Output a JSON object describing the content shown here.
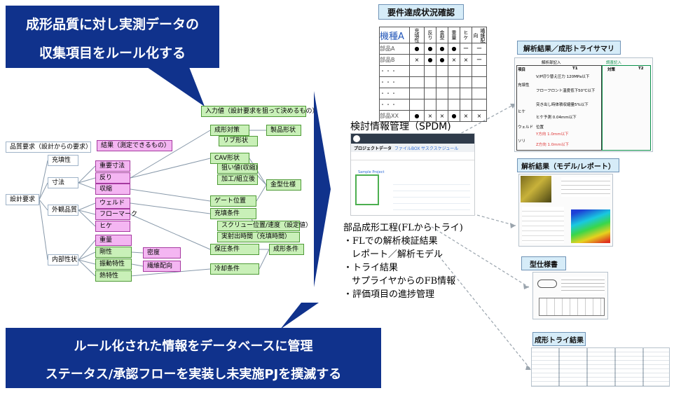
{
  "callouts": {
    "top_line1": "成形品質に対し実測データの",
    "top_line2": "収集項目をルール化する",
    "bottom_line1": "ルール化された情報をデータベースに管理",
    "bottom_line2": "ステータス/承認フローを実装し未実施PJを撲滅する"
  },
  "tree": {
    "root_header": "品質要求（設計からの要求）",
    "result_header": "結果（測定できるもの）",
    "input_header": "入力値（設計要求を狙って決めるもの）",
    "design_req": "設計要求",
    "fill": "充填性",
    "dimension": "寸法",
    "appearance": "外観品質",
    "internal": "内部性状",
    "heavy_dim": "重要寸法",
    "warp": "反り",
    "shrink": "収縮",
    "weld": "ウェルド",
    "flow_mark": "フローマーク",
    "sink": "ヒケ",
    "weight": "重量",
    "rigidity": "剛性",
    "vibration": "振動特性",
    "thermal": "熱特性",
    "density": "密度",
    "fiber": "繊維配向",
    "molding_measures": "成形対策",
    "product_shape": "製品形状",
    "rib_shape": "リブ形状",
    "cav_shape": "CAV形状",
    "aim_value": "狙い値(収縮)",
    "process_assembly": "加工/組立後",
    "mold_spec": "金型仕様",
    "gate_pos": "ゲート位置",
    "fill_cond": "充填条件",
    "screw": "スクリュー位置/速度（設定値）",
    "actual_time": "実射出時間（充填時間）",
    "hold_cond": "保圧条件",
    "molding_cond": "成形条件",
    "cool_cond": "冷却条件"
  },
  "req_table": {
    "title": "要件達成状況確認",
    "machine": "機種A",
    "headers": [
      "充填性",
      "反り",
      "金型",
      "重量",
      "ヒケ",
      "繊維配向"
    ],
    "rows": [
      {
        "label": "部品A",
        "cells": [
          "●",
          "●",
          "●",
          "●",
          "ー",
          "ー"
        ]
      },
      {
        "label": "部品B",
        "cells": [
          "×",
          "●",
          "●",
          "×",
          "×",
          "ー"
        ]
      },
      {
        "label": "・・・",
        "cells": [
          "",
          "",
          "",
          "",
          "",
          ""
        ]
      },
      {
        "label": "・・・",
        "cells": [
          "",
          "",
          "",
          "",
          "",
          ""
        ]
      },
      {
        "label": "・・・",
        "cells": [
          "",
          "",
          "",
          "",
          "",
          ""
        ]
      },
      {
        "label": "・・・",
        "cells": [
          "",
          "",
          "",
          "",
          "",
          ""
        ]
      },
      {
        "label": "部品XX",
        "cells": [
          "●",
          "×",
          "×",
          "●",
          "×",
          "×"
        ]
      }
    ]
  },
  "spdm": {
    "title": "検討情報管理（SPDM)",
    "app_title": "プロジェクトデータ",
    "tab_file": "ファイルBOX",
    "tab_schedule": "サスクスケジュール",
    "project": "Sample Project"
  },
  "process": {
    "heading": "部品成形工程(FLからトライ)",
    "item1": "・FLでの解析検証結果",
    "item1b": "レポート／解析モデル",
    "item2": "・トライ結果",
    "item2b": "サプライヤからのFB情報",
    "item3": "・評価項目の進捗管理"
  },
  "thumbs": {
    "summary_title": "解析結果／成形トライサマリ",
    "model_title": "解析結果（モデル/レポート）",
    "mold_title": "型仕様書",
    "try_title": "成形トライ結果",
    "summary_left": "解析部記入",
    "summary_right": "調査記入",
    "summary_cols": [
      "項目",
      "T1",
      "対策",
      "T2"
    ],
    "summary_rows": [
      [
        "充填性",
        "V/P切り替え圧力 120MPa以下"
      ],
      [
        "",
        "フローフロント温度低下50℃以下"
      ],
      [
        "ヒケ",
        "突き出し時体積収縮量5%以下"
      ],
      [
        "",
        "ヒケ予測 0.04mm以下"
      ],
      [
        "ウェルド",
        "位置"
      ],
      [
        "ソリ",
        "Y方向 1.0mm以下"
      ],
      [
        "",
        "Z方向 1.0mm以下"
      ]
    ]
  }
}
